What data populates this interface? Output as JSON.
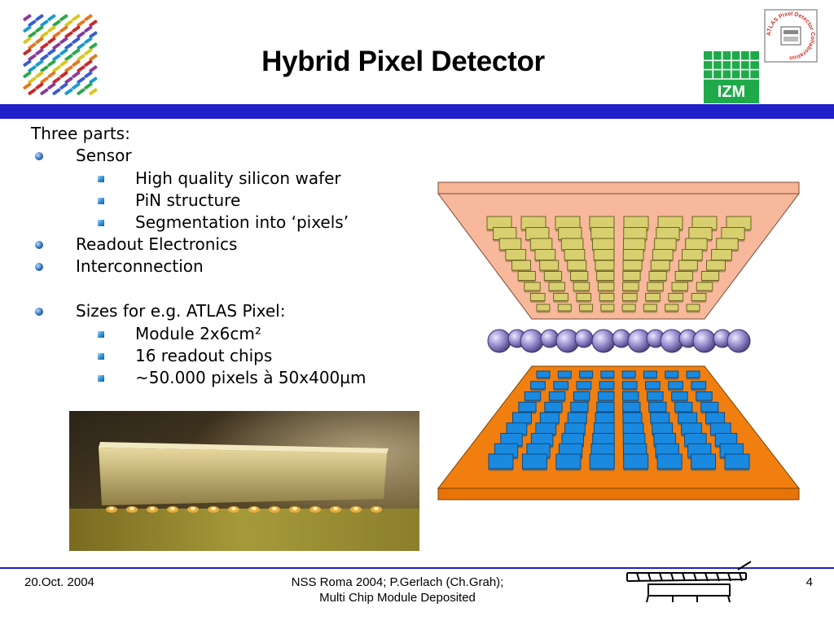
{
  "slide": {
    "title": "Hybrid Pixel Detector",
    "intro": "Three parts:",
    "bullets": [
      {
        "text": "Sensor",
        "sub": [
          "High quality silicon wafer",
          "PiN structure",
          "Segmentation into ‘pixels’"
        ]
      },
      {
        "text": "Readout Electronics",
        "sub": []
      },
      {
        "text": "Interconnection",
        "sub": []
      },
      {
        "text": "Sizes for e.g. ATLAS Pixel:",
        "sub": [
          "Module 2x6cm²",
          "16 readout chips",
          "~50.000 pixels à 50x400µm"
        ]
      }
    ],
    "colors": {
      "rule": "#2020c8",
      "sensor": "#f8b89c",
      "electronics": "#f07f10",
      "pads_top": "#d8d070",
      "pads_bottom": "#1a8ae0",
      "bumps": "#9a90d0"
    }
  },
  "logos": {
    "izm": "IZM",
    "atlas_stamp": "ATLAS Pixel Detector Collaboration"
  },
  "footer": {
    "date": "20.Oct. 2004",
    "line1": "NSS Roma 2004; P.Gerlach (Ch.Grah);",
    "line2": "Multi Chip Module Deposited",
    "page": "4"
  }
}
